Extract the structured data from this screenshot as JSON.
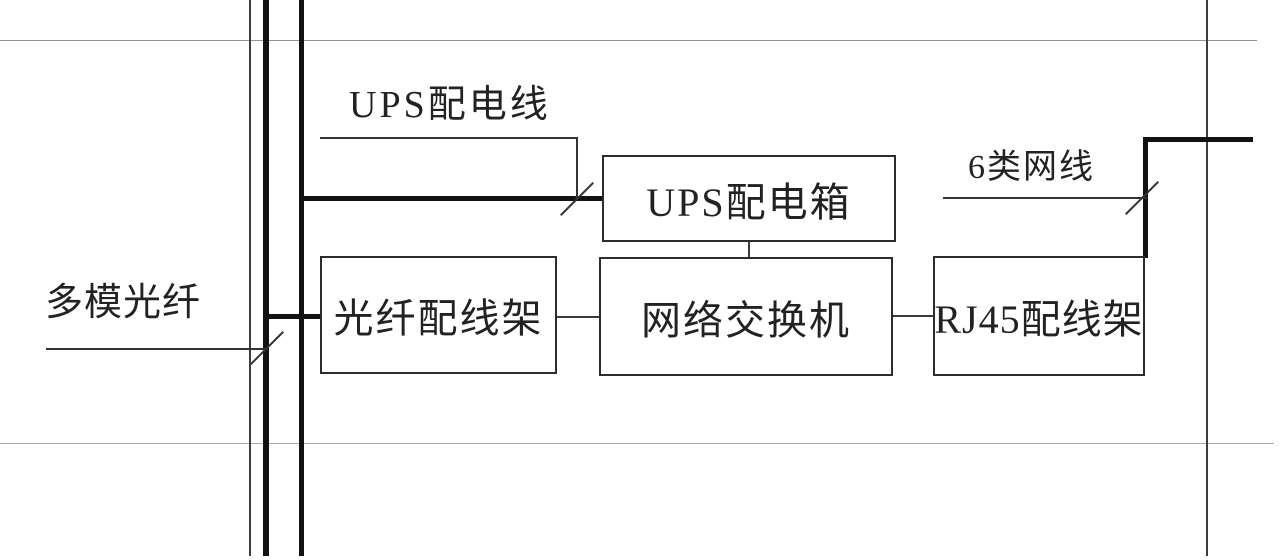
{
  "diagram": {
    "type": "network-cabling-riser-diagram",
    "boxes": [
      {
        "id": "ups_box",
        "label": "UPS配电箱"
      },
      {
        "id": "fiber_panel",
        "label": "光纤配线架"
      },
      {
        "id": "switch",
        "label": "网络交换机"
      },
      {
        "id": "rj45_panel",
        "label": "RJ45配线架"
      }
    ],
    "line_labels": [
      {
        "id": "ups_line",
        "label": "UPS配电线",
        "points_to": "thick cable feeding UPS配电箱 from left riser"
      },
      {
        "id": "fiber",
        "label": "多模光纤",
        "points_to": "thick cable feeding 光纤配线架 from left riser"
      },
      {
        "id": "cat6",
        "label": "6类网线",
        "points_to": "thick cable leaving RJ45配线架 to top right"
      }
    ],
    "connections": [
      {
        "from": "left riser",
        "to": "ups_box",
        "via": "UPS配电线 (thick)"
      },
      {
        "from": "left riser",
        "to": "fiber_panel",
        "via": "多模光纤 (thick)"
      },
      {
        "from": "ups_box",
        "to": "switch",
        "via": "thin drop"
      },
      {
        "from": "fiber_panel",
        "to": "switch",
        "via": "thin link"
      },
      {
        "from": "switch",
        "to": "rj45_panel",
        "via": "thin link"
      },
      {
        "from": "rj45_panel",
        "to": "top-right exit",
        "via": "6类网线 (thick)"
      }
    ],
    "colors": {
      "background": "#ffffff",
      "text": "#222222",
      "box_border": "#2c2c2c",
      "thick_cable": "#121212",
      "thin_connector": "#3a3a3a",
      "leader_line": "#333333",
      "riser_line": "#3d3d3d",
      "grid_line": "#929292"
    }
  }
}
